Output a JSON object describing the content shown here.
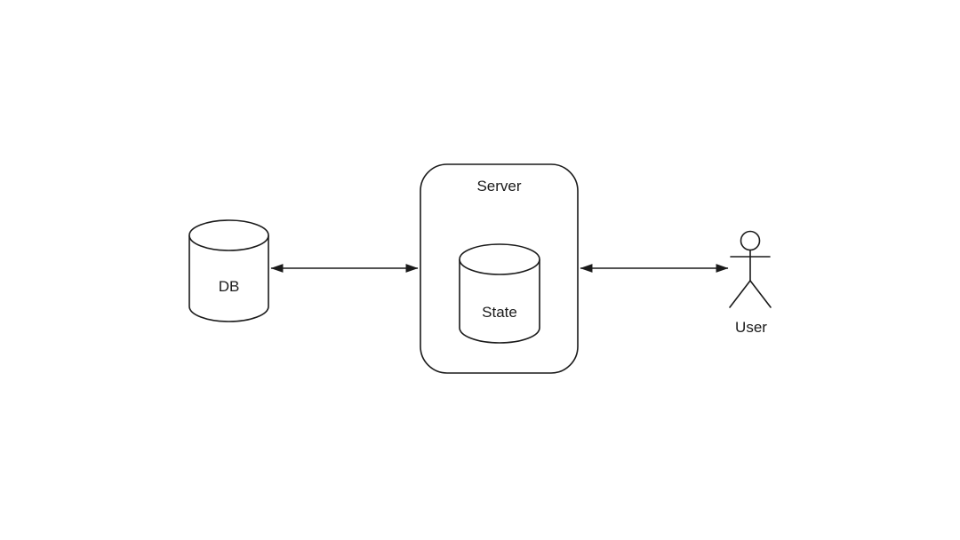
{
  "diagram": {
    "background_color": "#ffffff",
    "stroke_color": "#1a1a1a",
    "nodes": {
      "db": {
        "label": "DB",
        "type": "cylinder"
      },
      "server": {
        "label": "Server",
        "type": "rounded-rectangle"
      },
      "state": {
        "label": "State",
        "type": "cylinder",
        "parent": "Server"
      },
      "user": {
        "label": "User",
        "type": "actor"
      }
    },
    "edges": [
      {
        "from": "DB",
        "to": "Server",
        "style": "double-headed-arrow"
      },
      {
        "from": "Server",
        "to": "User",
        "style": "double-headed-arrow"
      }
    ]
  }
}
